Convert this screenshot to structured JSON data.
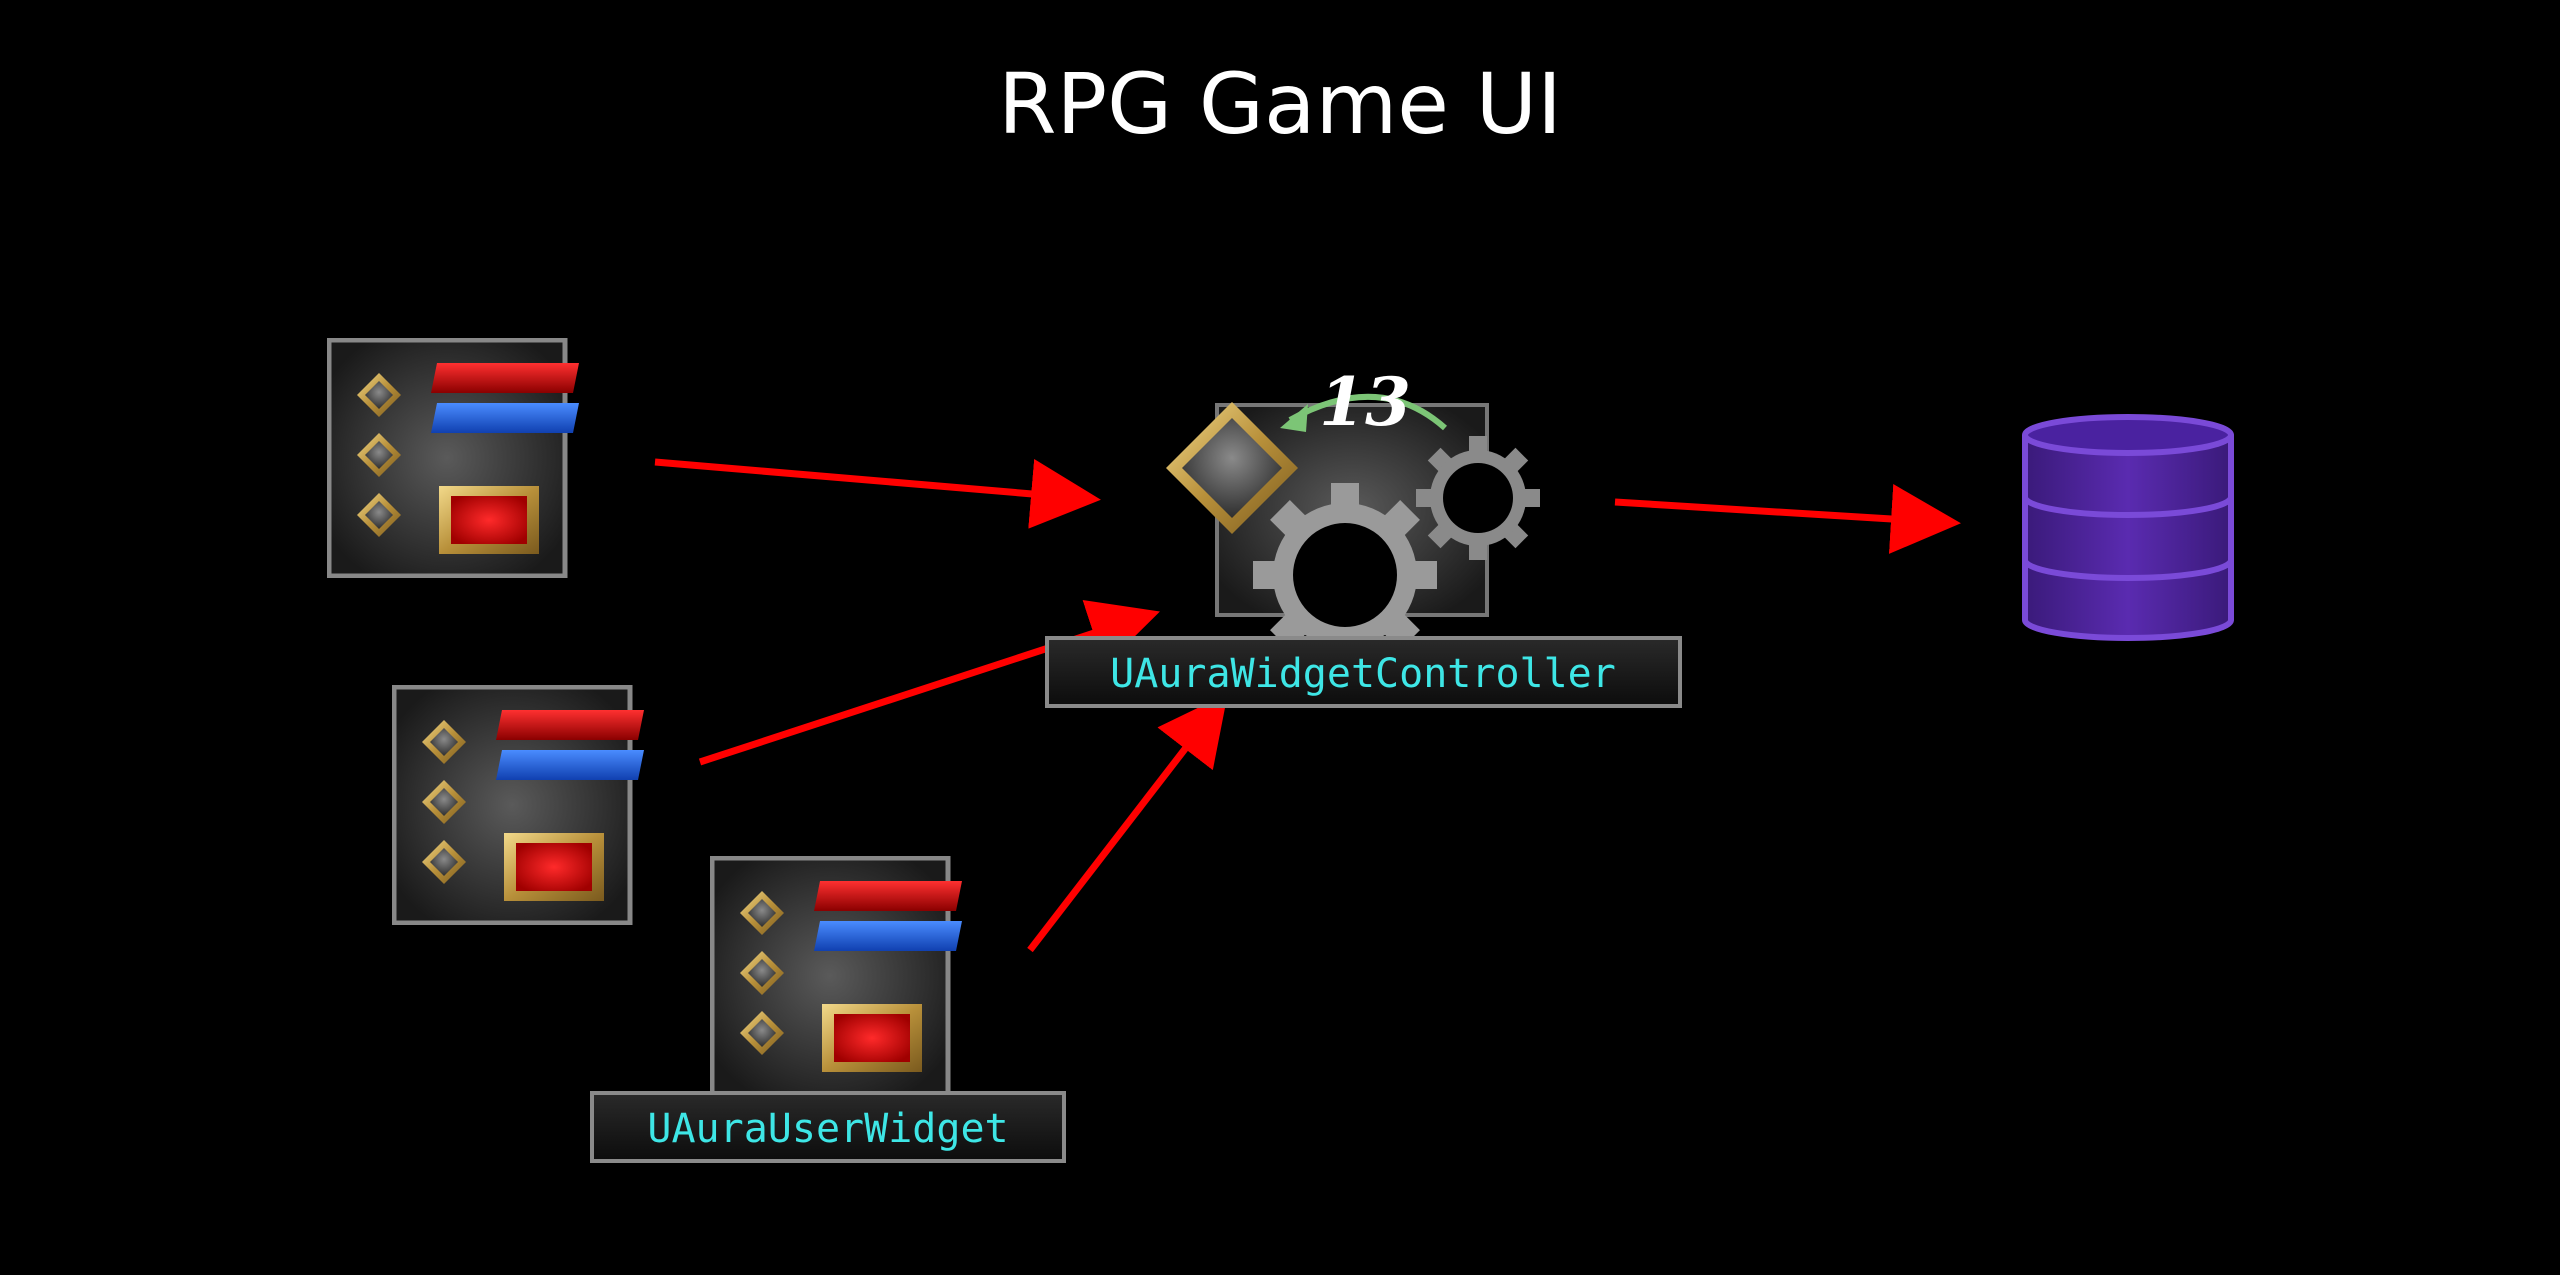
{
  "title": "RPG Game UI",
  "labels": {
    "controller": "UAuraWidgetController",
    "user_widget": "UAuraUserWidget"
  },
  "step_number": "13",
  "colors": {
    "background": "#000000",
    "arrow": "#ff0000",
    "label_text": "#3ee6e6",
    "database": "#5a2bb0",
    "return_arrow": "#7cc576"
  },
  "icons": {
    "widget": "widget-panel-icon",
    "controller": "controller-gears-icon",
    "database": "database-icon"
  }
}
